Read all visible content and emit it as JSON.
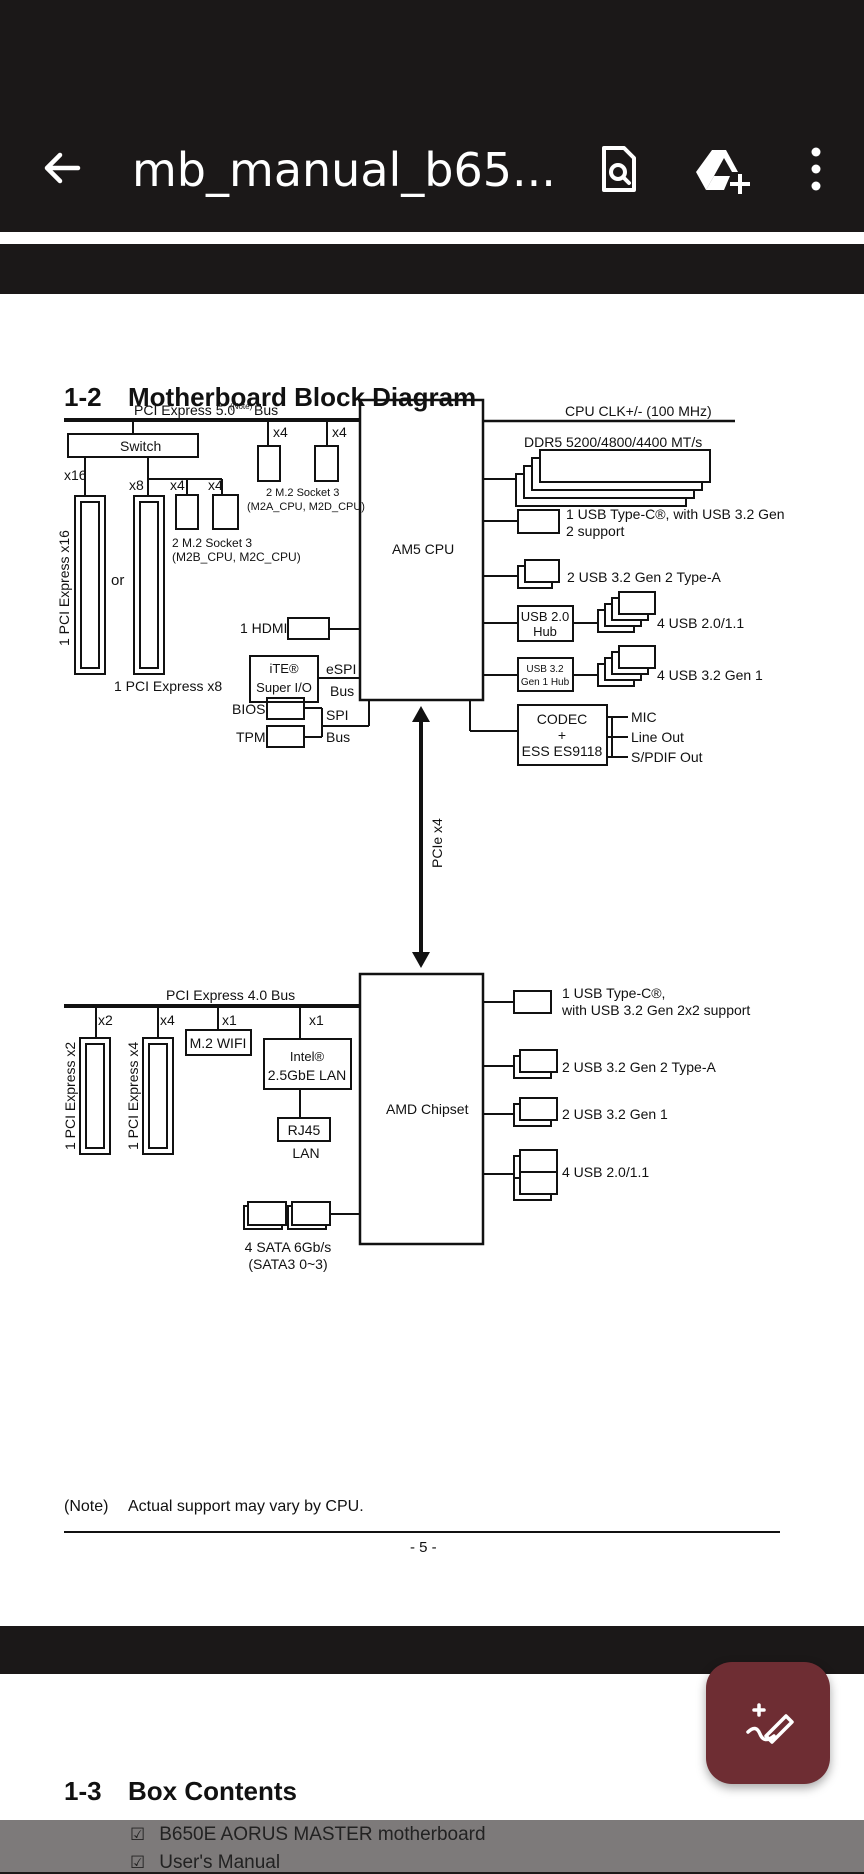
{
  "appbar": {
    "title": "mb_manual_b65...",
    "back_icon": "arrow-left-icon",
    "search_doc_icon": "document-search-icon",
    "drive_icon": "drive-add-icon",
    "more_icon": "more-vert-icon"
  },
  "section": {
    "number": "1-2",
    "title": "Motherboard Block Diagram"
  },
  "diagram": {
    "pcie5_bus": "PCI Express 5.0",
    "pcie5_note": "(Note)",
    "pcie5_bus_suffix": "Bus",
    "cpu_clk": "CPU CLK+/- (100 MHz)",
    "switch": "Switch",
    "x16": "x16",
    "x8": "x8",
    "x4": "x4",
    "x2": "x2",
    "x1": "x1",
    "m2_cpu_a_line1": "2 M.2 Socket 3",
    "m2_cpu_a_line2": "(M2A_CPU, M2D_CPU)",
    "m2_cpu_b_line1": "2 M.2 Socket 3",
    "m2_cpu_b_line2": "(M2B_CPU, M2C_CPU)",
    "or": "or",
    "pcie_x16_slot": "1 PCI Express x16",
    "pcie_x8_slot": "1 PCI Express x8",
    "ddr5": "DDR5 5200/4800/4400 MT/s",
    "cpu": "AM5 CPU",
    "cpu_usbc_line1": "1 USB Type-C®, with USB 3.2 Gen",
    "cpu_usbc_line2": "2 support",
    "cpu_usb_gen2a": "2 USB 3.2 Gen 2 Type-A",
    "usb20_hub_line1": "USB 2.0",
    "usb20_hub_line2": "Hub",
    "usb20_ports": "4 USB 2.0/1.1",
    "usb32_hub_line1": "USB 3.2",
    "usb32_hub_line2": "Gen 1 Hub",
    "usb32_gen1_ports": "4 USB 3.2 Gen 1",
    "hdmi": "1 HDMI",
    "ite_line1": "iTE®",
    "ite_line2": "Super I/O",
    "espi_line1": "eSPI",
    "espi_line2": "Bus",
    "bios": "BIOS",
    "tpm": "TPM",
    "spi_line1": "SPI",
    "spi_line2": "Bus",
    "codec_line1": "CODEC",
    "codec_line2": "+",
    "codec_line3": "ESS ES9118",
    "mic": "MIC",
    "line_out": "Line Out",
    "spdif_out": "S/PDIF Out",
    "pcie_link": "PCIe x4",
    "pcie4_bus": "PCI Express 4.0 Bus",
    "chipset": "AMD Chipset",
    "chip_usbc_line1": "1 USB Type-C®,",
    "chip_usbc_line2": "with USB 3.2 Gen 2x2 support",
    "chip_usb_gen2a": "2 USB 3.2 Gen 2 Type-A",
    "chip_usb_gen1": "2 USB 3.2 Gen 1",
    "chip_usb20": "4 USB 2.0/1.1",
    "m2_wifi": "M.2 WIFI",
    "intel_lan_line1": "Intel®",
    "intel_lan_line2": "2.5GbE LAN",
    "rj45": "RJ45",
    "lan": "LAN",
    "pcie_x2_slot": "1 PCI Express x2",
    "pcie_x4_slot": "1 PCI Express x4",
    "sata_line1": "4 SATA 6Gb/s",
    "sata_line2": "(SATA3 0~3)"
  },
  "note": {
    "label": "(Note)",
    "text": "Actual support may vary by CPU."
  },
  "page_number": "- 5 -",
  "next_section": {
    "number": "1-3",
    "title": "Box Contents",
    "items": [
      "B650E AORUS MASTER motherboard",
      "User's Manual"
    ]
  },
  "fab": {
    "icon": "edit-sparkle-icon"
  },
  "colors": {
    "appbar": "#1b1818",
    "fab": "#6e2d33",
    "page": "#ffffff"
  }
}
